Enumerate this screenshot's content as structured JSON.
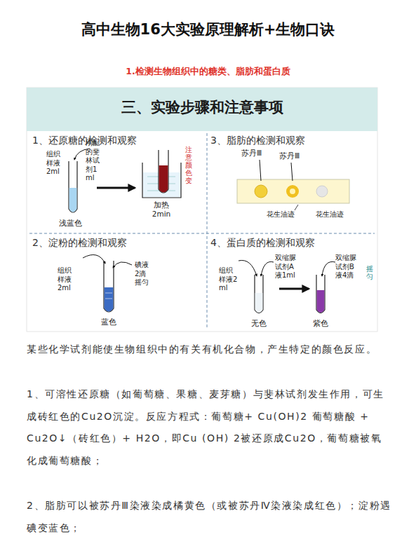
{
  "diagram": {
    "title": "高中生物16大实验原理解析+生物口诀",
    "nodes": [
      {
        "text": [
          "三、实验步骤和注意事项"
        ]
      },
      {
        "text": [
          "1、还原糖的检测和观察"
        ]
      },
      {
        "text": [
          "2、淀粉的检测和观察"
        ]
      },
      {
        "text": [
          "3、脂肪的检测和观察"
        ]
      },
      {
        "text": [
          "4、蛋白质的检测和观察"
        ]
      }
    ],
    "labels": [
      "1.检测生物组织中的糖类、脂肪和蛋白质",
      "组织样液 2ml",
      "刚配的斐林试剂1ml",
      "浅蓝色",
      "加热 2min",
      "注意颜色变",
      "组织样液 2ml",
      "碘液 2滴 摇匀",
      "蓝色",
      "苏丹Ⅲ",
      "苏丹Ⅲ",
      "花生油迹",
      "花生油迹",
      "组织样液2ml",
      "双缩脲试剂A液1ml",
      "双缩脲试剂B液4滴",
      "摇匀",
      "无色",
      "紫色",
      "某些化学试剂能使生物组织中的有关有机化合物，产生特定的颜色反应。",
      "1、可溶性还原糖（如葡萄糖、果糖、麦芽糖）与斐林试剂发生作用，可生成砖红色的Cu2O沉淀。反应方程式：葡萄糖+ Cu(OH)2  葡萄糖酸 + Cu2O↓（砖红色）+ H2O，即Cu (OH) 2被还原成Cu2O，葡萄糖被氧化成葡萄糖酸；",
      "2、脂肪可以被苏丹Ⅲ染液染成橘黄色（或被苏丹Ⅳ染液染成红色）；淀粉遇碘变蓝色；"
    ]
  }
}
